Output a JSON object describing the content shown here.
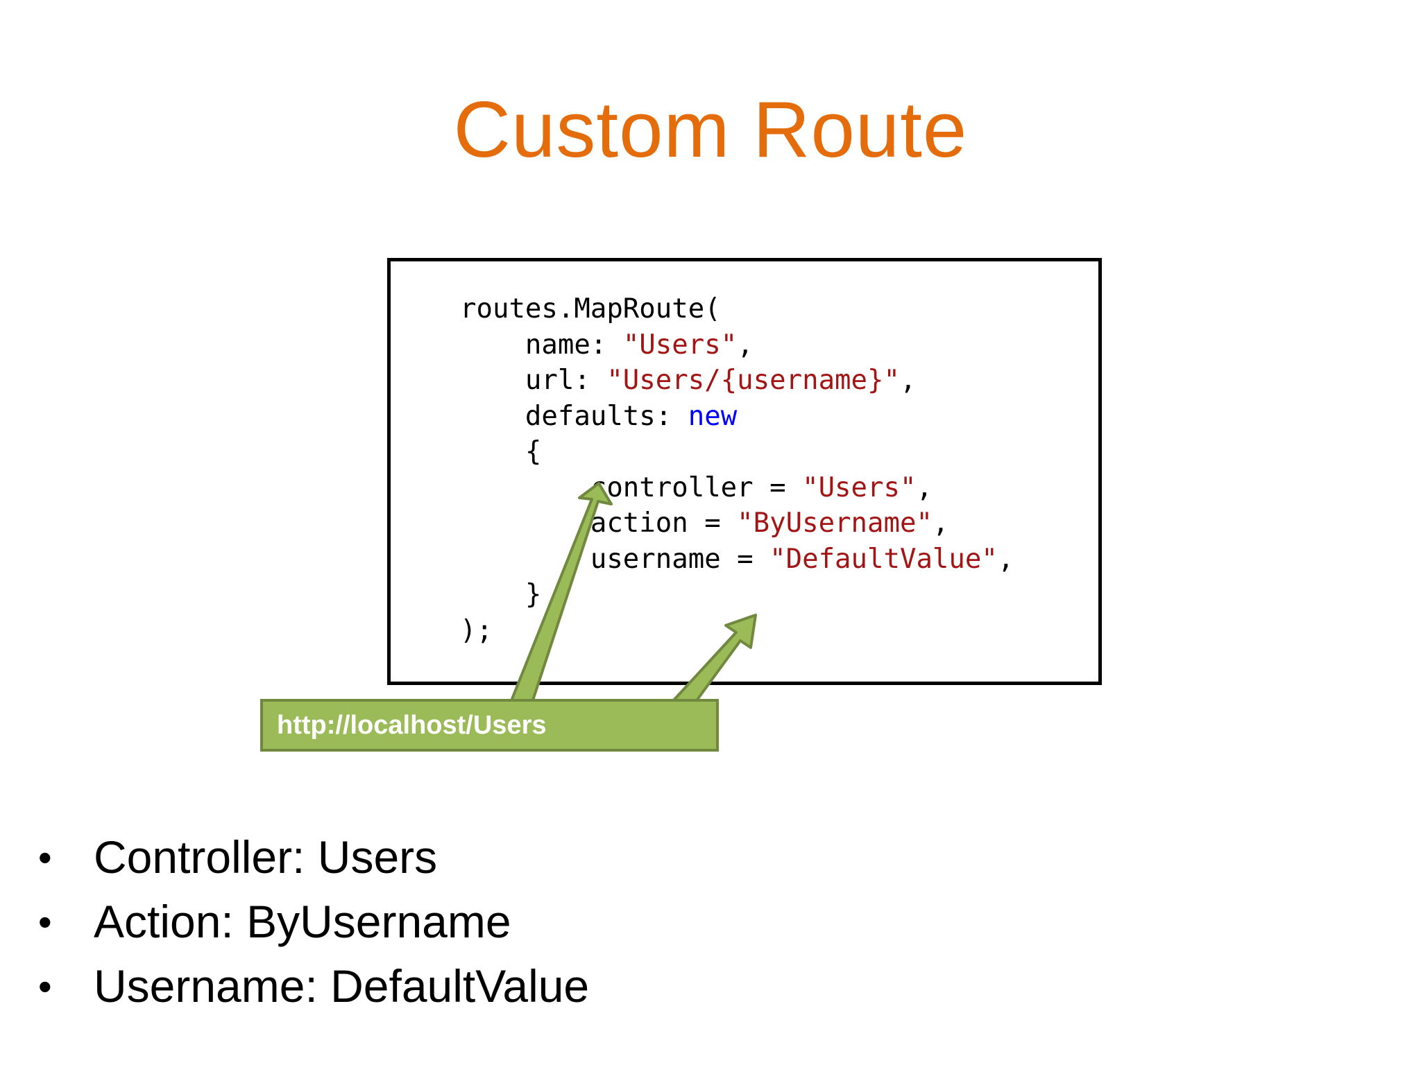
{
  "slide": {
    "title": "Custom Route"
  },
  "code": {
    "lines": [
      [
        {
          "t": "routes.MapRoute(",
          "c": "plain"
        }
      ],
      [
        {
          "t": "    name: ",
          "c": "plain"
        },
        {
          "t": "\"Users\"",
          "c": "str"
        },
        {
          "t": ",",
          "c": "plain"
        }
      ],
      [
        {
          "t": "    url: ",
          "c": "plain"
        },
        {
          "t": "\"Users/{username}\"",
          "c": "str"
        },
        {
          "t": ",",
          "c": "plain"
        }
      ],
      [
        {
          "t": "    defaults: ",
          "c": "plain"
        },
        {
          "t": "new",
          "c": "kw"
        }
      ],
      [
        {
          "t": "    {",
          "c": "plain"
        }
      ],
      [
        {
          "t": "        controller = ",
          "c": "plain"
        },
        {
          "t": "\"Users\"",
          "c": "str"
        },
        {
          "t": ",",
          "c": "plain"
        }
      ],
      [
        {
          "t": "        action = ",
          "c": "plain"
        },
        {
          "t": "\"ByUsername\"",
          "c": "str"
        },
        {
          "t": ",",
          "c": "plain"
        }
      ],
      [
        {
          "t": "        username = ",
          "c": "plain"
        },
        {
          "t": "\"DefaultValue\"",
          "c": "str"
        },
        {
          "t": ",",
          "c": "plain"
        }
      ],
      [
        {
          "t": "    }",
          "c": "plain"
        }
      ],
      [
        {
          "t": ");",
          "c": "plain"
        }
      ]
    ]
  },
  "callout": {
    "url": "http://localhost/Users"
  },
  "bullets": [
    "Controller: Users",
    "Action: ByUsername",
    "Username: DefaultValue"
  ],
  "colors": {
    "title": "#E46C0A",
    "string": "#A31515",
    "keyword": "#0000FF",
    "callout_fill": "#9BBB59",
    "callout_border": "#71893F"
  }
}
